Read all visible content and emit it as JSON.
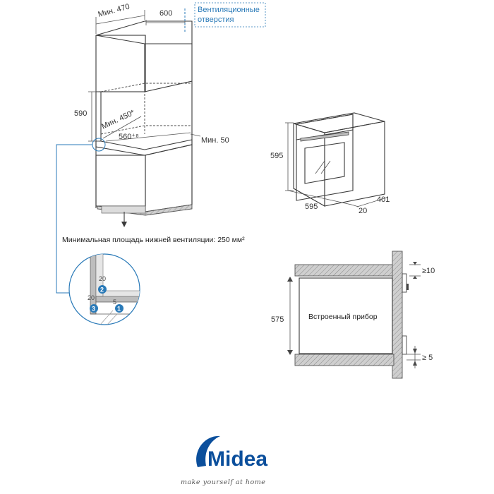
{
  "cabinet": {
    "dim_depth_min": "Мин. 470",
    "dim_width": "600",
    "vent_label_line1": "Вентиляционные",
    "vent_label_line2": "отверстия",
    "dim_height": "590",
    "dim_inner_depth": "Мин. 450*",
    "dim_inner_width": "560⁺⁸",
    "dim_side_gap": "Мин. 50",
    "ventilation_caption": "Минимальная площадь нижней вентиляции: 250 мм²"
  },
  "detail": {
    "dim_top": "20",
    "dim_side": "20",
    "dim_bottom": "5",
    "marker_1": "1",
    "marker_2": "2",
    "marker_3": "3"
  },
  "oven": {
    "dim_height": "595",
    "dim_width": "595",
    "dim_depth": "401",
    "dim_front": "20"
  },
  "section": {
    "dim_top_gap": "≥10",
    "dim_height": "575",
    "appliance_label": "Встроенный прибор",
    "dim_bottom_gap": "≥ 5"
  },
  "brand": {
    "name": "Midea",
    "slogan": "make yourself at home",
    "color": "#0b4f9c"
  },
  "colors": {
    "accent_blue": "#2a7ab8"
  }
}
